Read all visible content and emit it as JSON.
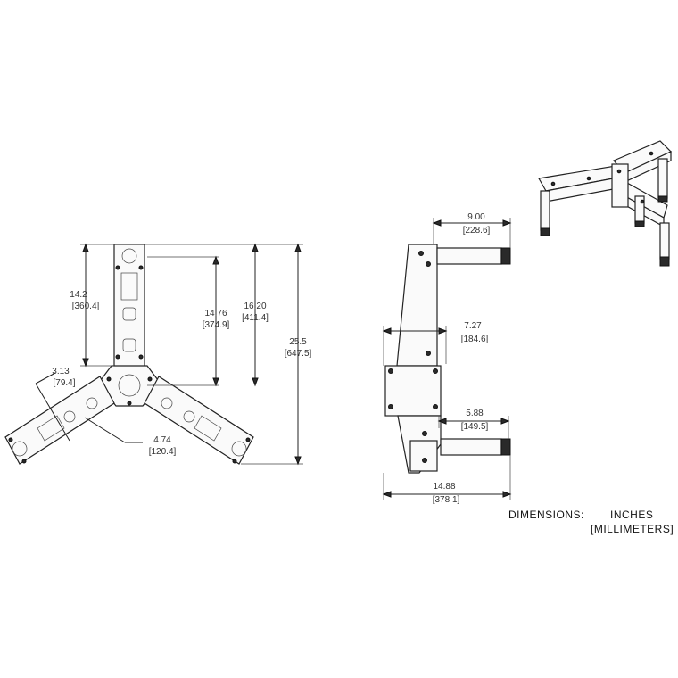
{
  "dimensions": {
    "arm_length": {
      "inches": "14.2",
      "mm": "[360.4]"
    },
    "inner_span": {
      "inches": "14.76",
      "mm": "[374.9]"
    },
    "mid_span": {
      "inches": "16.20",
      "mm": "[411.4]"
    },
    "overall_length": {
      "inches": "25.5",
      "mm": "[647.5]"
    },
    "hub_offset": {
      "inches": "3.13",
      "mm": "[79.4]"
    },
    "arm_offset": {
      "inches": "4.74",
      "mm": "[120.4]"
    },
    "top_leg_reach": {
      "inches": "9.00",
      "mm": "[228.6]"
    },
    "mid_reach": {
      "inches": "7.27",
      "mm": "[184.6]"
    },
    "lower_reach": {
      "inches": "5.88",
      "mm": "[149.5]"
    },
    "overall_depth": {
      "inches": "14.88",
      "mm": "[378.1]"
    }
  },
  "legend": {
    "label": "DIMENSIONS:",
    "unit_primary": "INCHES",
    "unit_secondary": "[MILLIMETERS]"
  }
}
